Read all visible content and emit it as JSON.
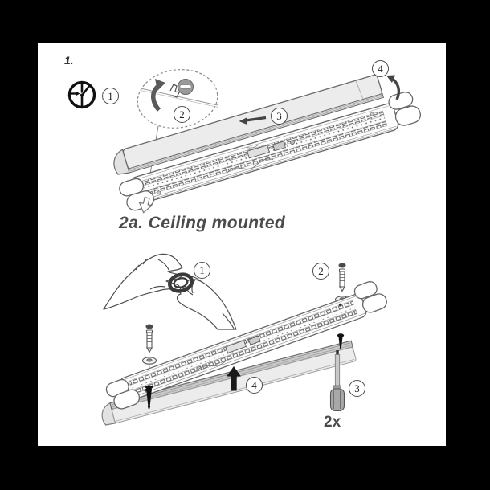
{
  "manual": {
    "step1": {
      "step_label": "1.",
      "callouts": {
        "switch_off_power": "1",
        "release_latch": "2",
        "slide_cover": "3",
        "rotate_cover": "4"
      }
    },
    "step2a": {
      "title": "2a. Ceiling mounted",
      "callouts": {
        "fit_grommet": "1",
        "insert_wall_plug": "2",
        "drive_screw": "3",
        "attach_cover": "4"
      },
      "screw_quantity": "2x"
    },
    "colors": {
      "frame": "#000000",
      "paper": "#ffffff",
      "line_art": "#555555",
      "diffuser_fill": "#ececec"
    }
  }
}
